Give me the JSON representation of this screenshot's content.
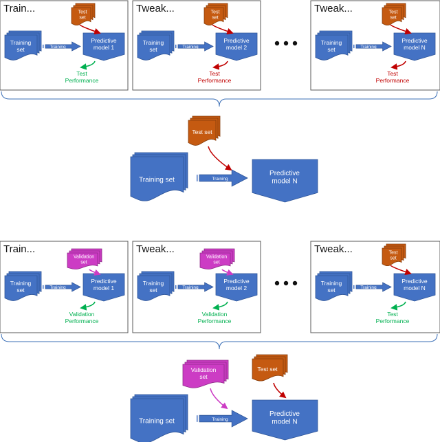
{
  "colors": {
    "blue": "#4472c4",
    "blue_dark": "#2f5597",
    "orange": "#c55a11",
    "orange_dark": "#843c0c",
    "magenta": "#cc3cc4",
    "magenta_dark": "#8e2a88",
    "red_arrow": "#c00000",
    "green": "#00b050",
    "brace": "#3b6fb6"
  },
  "top_section": {
    "panels": [
      {
        "title": "Train...",
        "input_label": "Test set",
        "model_label": "Predictive model 1",
        "perf_label": "Test Performance",
        "perf_color": "green"
      },
      {
        "title": "Tweak...",
        "input_label": "Test set",
        "model_label": "Predictive model 2",
        "perf_label": "Test Performance",
        "perf_color": "red"
      },
      {
        "title": "Tweak...",
        "input_label": "Test set",
        "model_label": "Predictive model N",
        "perf_label": "Test Performance",
        "perf_color": "red"
      }
    ],
    "final": {
      "input_label": "Test set",
      "training_label": "Training set",
      "arrow_label": "Training",
      "model_label": "Predictive model N"
    }
  },
  "bottom_section": {
    "panels": [
      {
        "title": "Train...",
        "input_type": "validation",
        "input_label": "Validation set",
        "model_label": "Predictive model 1",
        "perf_label": "Validation Performance"
      },
      {
        "title": "Tweak...",
        "input_type": "validation",
        "input_label": "Validation set",
        "model_label": "Predictive model 2",
        "perf_label": "Validation Performance"
      },
      {
        "title": "Tweak...",
        "input_type": "test",
        "input_label": "Test set",
        "model_label": "Predictive model N",
        "perf_label": "Test Performance"
      }
    ],
    "final": {
      "validation_label": "Validation set",
      "test_label": "Test set",
      "training_label": "Training set",
      "arrow_label": "Training",
      "model_label": "Predictive model N"
    }
  },
  "panel_common": {
    "training_label": "Training set",
    "arrow_label": "Training"
  }
}
